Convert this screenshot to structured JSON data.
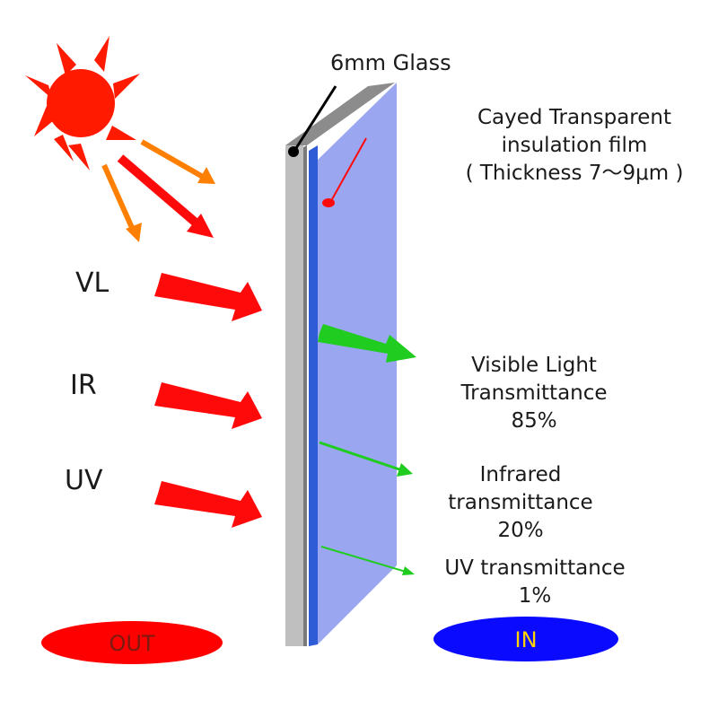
{
  "glass_label": "6mm Glass",
  "film": {
    "line1": "Cayed Transparent",
    "line2": "insulation film",
    "line3": "(  Thickness 7～9μm )"
  },
  "incoming": [
    {
      "label": "VL"
    },
    {
      "label": "IR"
    },
    {
      "label": "UV"
    }
  ],
  "transmitted": [
    {
      "line1": "Visible Light",
      "line2": "Transmittance",
      "line3": "85%"
    },
    {
      "line1": "Infrared",
      "line2": "transmittance",
      "line3": "20%"
    },
    {
      "line1": "UV transmittance",
      "line2": "1%"
    }
  ],
  "out_label": "OUT",
  "in_label": "IN",
  "colors": {
    "sun": "#ff1a00",
    "ray_orange": "#ff8000",
    "arrow_red": "#ff0a0a",
    "arrow_green": "#1fcc1f",
    "glass_gray": "#bfbfbf",
    "glass_top": "#8c8c8c",
    "film_blue": "#2e5bd6",
    "film_panel": "#9aa6f0",
    "out_fill": "#ff0000",
    "in_fill": "#0a0aff",
    "in_text": "#ffd400"
  }
}
